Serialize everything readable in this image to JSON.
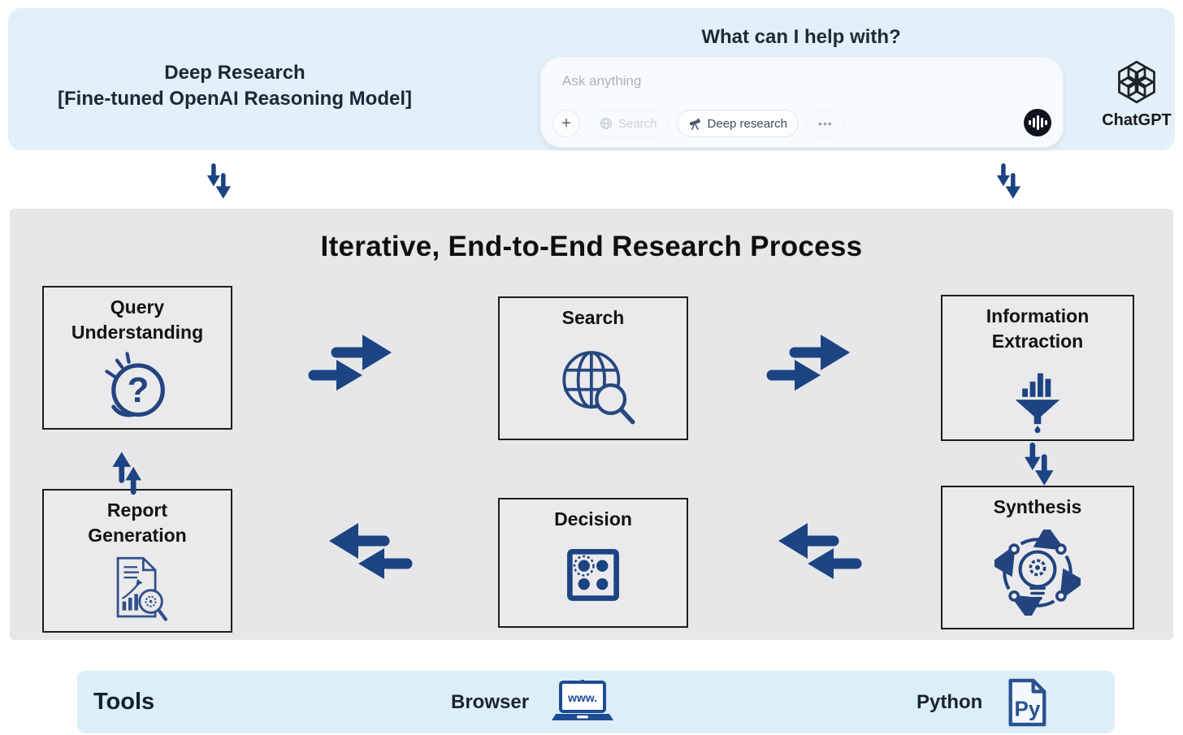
{
  "header": {
    "model_title": "Deep Research",
    "model_subtitle": "[Fine-tuned OpenAI Reasoning Model]",
    "greeting": "What can I help with?",
    "brand_label": "ChatGPT",
    "composer": {
      "placeholder": "Ask anything",
      "plus": "+",
      "search": "Search",
      "deep_research": "Deep research",
      "more": "•••"
    }
  },
  "process": {
    "title": "Iterative, End-to-End Research Process",
    "steps": [
      {
        "label": "Query\nUnderstanding",
        "icon": "question-circle-icon",
        "glyph": "?"
      },
      {
        "label": "Search",
        "icon": "globe-magnifier-icon"
      },
      {
        "label": "Information\nExtraction",
        "icon": "funnel-chart-icon"
      },
      {
        "label": "Synthesis",
        "icon": "lightbulb-gear-cycle-icon"
      },
      {
        "label": "Decision",
        "icon": "decision-dots-icon"
      },
      {
        "label": "Report\nGeneration",
        "icon": "report-document-icon"
      }
    ]
  },
  "tools": {
    "title": "Tools",
    "browser_label": "Browser",
    "browser_icon_text": "www.",
    "python_label": "Python",
    "python_icon_text": "Py"
  },
  "colors": {
    "arrow_navy": "#1c4483",
    "icon_navy": "#24447f",
    "panel_blue": "#e3f0f9",
    "tools_blue": "#dceef8",
    "panel_gray": "#e7e7e9"
  }
}
